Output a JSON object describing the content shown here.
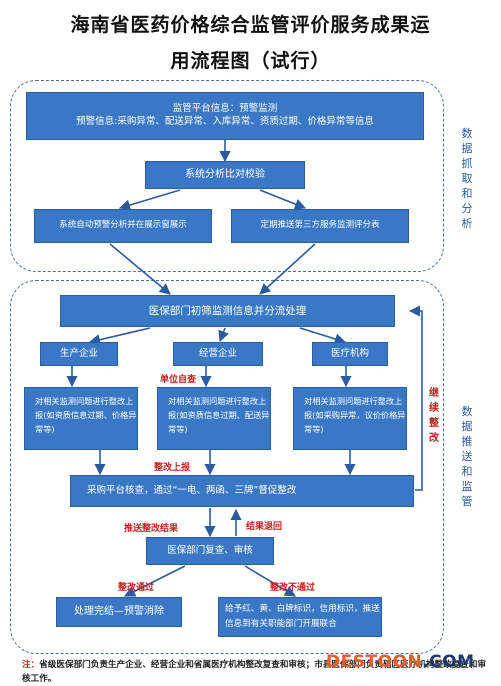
{
  "title": {
    "line1": "海南省医药价格综合监管评价服务成果运",
    "line2": "用流程图（试行）"
  },
  "sections": {
    "top_label": "数据抓取和分析",
    "bottom_label": "数据推送和监管"
  },
  "nodes": {
    "platform_title": "监管平台信息：预警监测",
    "platform_detail": "预警信息:采购异常、配送异常、入库异常、资质过期、价格异常等信息",
    "compare": "系统分析比对校验",
    "auto_alert": "系统自动预警分析并在展示窗展示",
    "third_party": "定期推送第三方服务监测评分表",
    "medical_dept": "医保部门初筛监测信息并分流处理",
    "producer": "生产企业",
    "distributor": "经营企业",
    "hospital": "医疗机构",
    "report_producer": "对相关监测问题进行整改上报(如资质信息过期、价格异常等)",
    "report_distributor": "对相关监测问题进行整改上报(如资质信息过期、配送异常等)",
    "report_hospital": "对相关监测问题进行整改上报(如采购异常，议价价格异常等)",
    "platform_check": "采购平台核查，通过“一电、两函、三牌”督促整改",
    "review": "医保部门复查、审核",
    "close": "处理完结—预警消除",
    "penalty": "给予红、黄、白牌标识，信用标识，推送信息到有关职能部门开展联合"
  },
  "labels": {
    "self_check": "单位自查",
    "report_up": "整改上报",
    "push_result": "推送整改结果",
    "result_back": "结果退回",
    "pass": "整改通过",
    "fail": "整改不通过",
    "continue_fix": "继续整改"
  },
  "note": {
    "prefix": "注：",
    "text": "省级医保部门负责生产企业、经营企业和省属医疗机构整改复查和审核；市县医保部门负责辖区医疗机构整改复查和审核工作。"
  },
  "watermark": {
    "brand": "DESTOON",
    "suffix": ".COM"
  },
  "colors": {
    "box_fill": "#3a78c6",
    "arrow": "#2a5aa0",
    "red_label": "#c41f1f"
  }
}
